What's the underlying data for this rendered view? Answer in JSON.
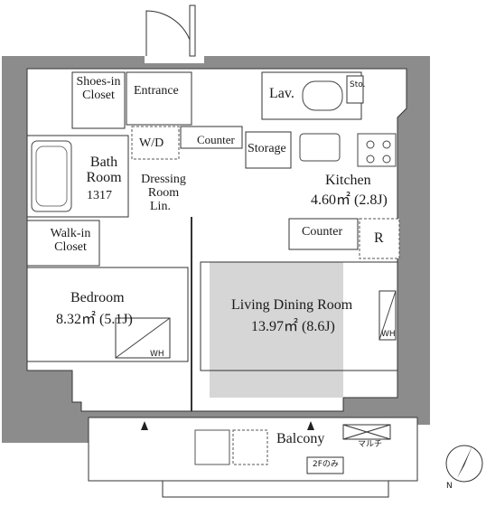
{
  "rooms": {
    "shoes_in_closet": "Shoes-in\nCloset",
    "entrance": "Entrance",
    "lavatory": "Lav.",
    "storage_small": "Sto.",
    "washer_dryer": "W/D",
    "counter_small": "Counter",
    "storage": "Storage",
    "bath_room": "Bath\nRoom",
    "bath_size": "1317",
    "dressing_room": "Dressing\nRoom",
    "linen": "Lin.",
    "kitchen": "Kitchen",
    "kitchen_area": "4.60㎡ (2.8J)",
    "counter_kitchen": "Counter",
    "refrigerator": "R",
    "walk_in_closet": "Walk-in\nCloset",
    "bedroom": "Bedroom",
    "bedroom_area": "8.32㎡ (5.1J)",
    "bedroom_wh": "WH",
    "living_dining_room": "Living Dining Room",
    "ldk_area": "13.97㎡ (8.6J)",
    "ldk_wh": "WH",
    "balcony": "Balcony",
    "multi": "マルチ",
    "floor_note": "2Fのみ"
  },
  "compass": {
    "label": "N"
  },
  "colors": {
    "wall": "#8c8c8c",
    "floor": "#ffffff",
    "line": "#333333",
    "ldk_shade": "#d6d6d6"
  }
}
